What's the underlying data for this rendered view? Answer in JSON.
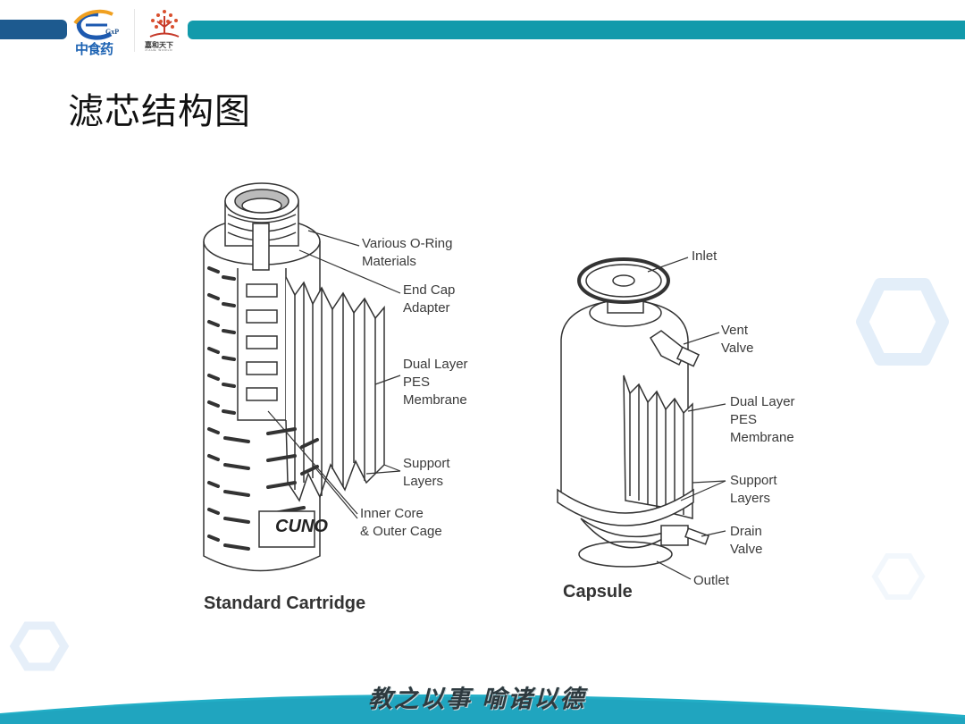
{
  "header": {
    "logo1": {
      "name": "中食药",
      "tag": "GxP"
    },
    "logo2": {
      "name": "嘉和天下",
      "sub": "JIAHE WORLD"
    }
  },
  "page": {
    "title": "滤芯结构图"
  },
  "diagrams": {
    "cartridge": {
      "caption": "Standard Cartridge",
      "brand": "CUNO",
      "labels": [
        {
          "id": "o-ring",
          "line1": "Various O-Ring",
          "line2": "Materials"
        },
        {
          "id": "end-cap",
          "line1": "End Cap",
          "line2": "Adapter"
        },
        {
          "id": "membrane",
          "line1": "Dual Layer",
          "line2": "PES",
          "line3": "Membrane"
        },
        {
          "id": "support",
          "line1": "Support",
          "line2": "Layers"
        },
        {
          "id": "core",
          "line1": "Inner Core",
          "line2": "& Outer Cage"
        }
      ]
    },
    "capsule": {
      "caption": "Capsule",
      "labels": [
        {
          "id": "inlet",
          "line1": "Inlet"
        },
        {
          "id": "vent",
          "line1": "Vent",
          "line2": "Valve"
        },
        {
          "id": "membrane",
          "line1": "Dual Layer",
          "line2": "PES",
          "line3": "Membrane"
        },
        {
          "id": "support",
          "line1": "Support",
          "line2": "Layers"
        },
        {
          "id": "drain",
          "line1": "Drain",
          "line2": "Valve"
        },
        {
          "id": "outlet",
          "line1": "Outlet"
        }
      ]
    }
  },
  "footer": {
    "motto": "教之以事  喻诸以德"
  },
  "colors": {
    "navy": "#1d5a8f",
    "teal": "#129aab",
    "wave": "#22aec6",
    "hex": "#e3eef9"
  }
}
